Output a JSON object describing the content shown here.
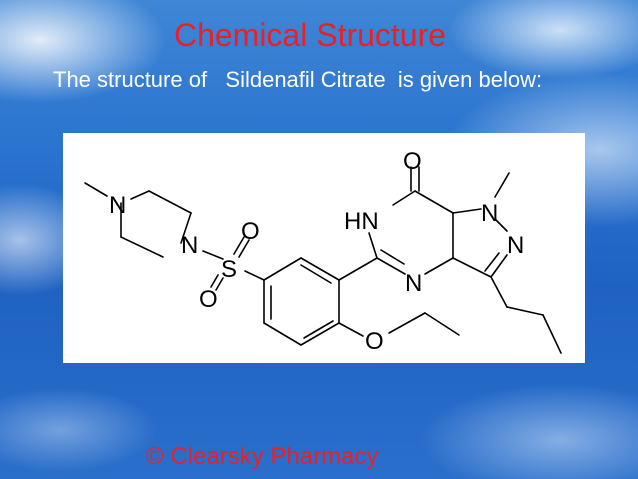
{
  "slide": {
    "title": "Chemical Structure",
    "body": "The structure of   Sildenafil Citrate  is given below:",
    "footer": "© Clearsky Pharmacy"
  },
  "structure": {
    "atoms": {
      "piperazine_n_top": "N",
      "piperazine_n_bottom": "N",
      "sulfonyl_s": "S",
      "sulfonyl_o_top": "O",
      "sulfonyl_o_bottom": "O",
      "ether_o": "O",
      "carbonyl_o": "O",
      "hn": "HN",
      "pyrimidine_n": "N",
      "pyrazole_n1": "N",
      "pyrazole_n2": "N"
    }
  },
  "colors": {
    "title": "#e8202a",
    "footer": "#e8202a",
    "body_text": "#ffffff",
    "panel": "#ffffff"
  }
}
